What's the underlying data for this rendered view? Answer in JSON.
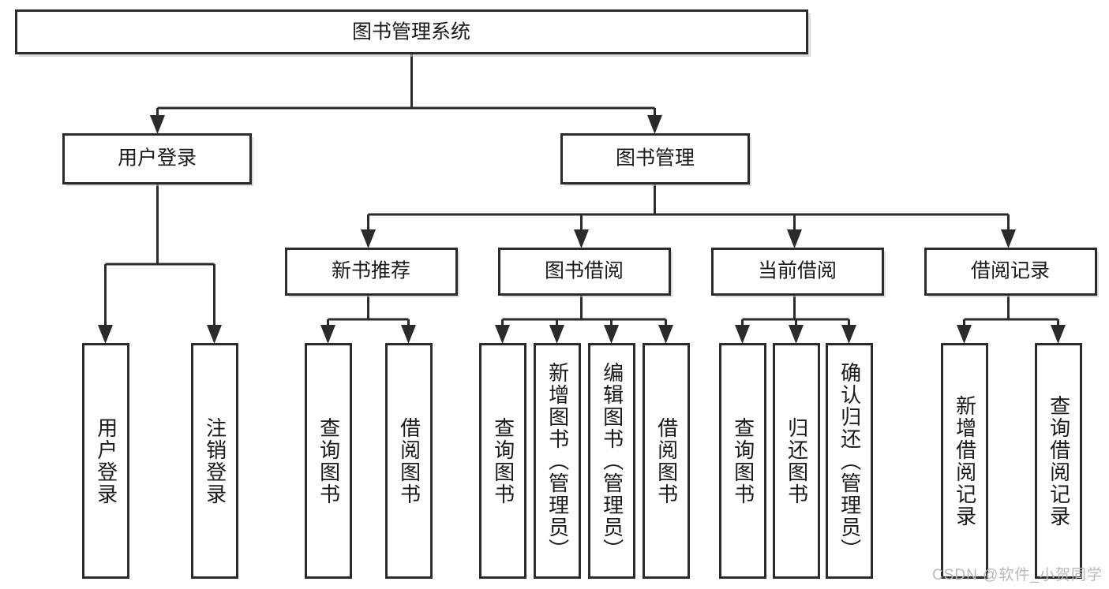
{
  "diagram": {
    "title": "图书管理系统",
    "type": "tree",
    "root": {
      "label": "图书管理系统"
    },
    "level2": [
      {
        "label": "用户登录"
      },
      {
        "label": "图书管理"
      }
    ],
    "level3": [
      {
        "label": "新书推荐"
      },
      {
        "label": "图书借阅"
      },
      {
        "label": "当前借阅"
      },
      {
        "label": "借阅记录"
      }
    ],
    "leaves": [
      {
        "label": "用户登录",
        "parent": "用户登录"
      },
      {
        "label": "注销登录",
        "parent": "用户登录"
      },
      {
        "label": "查询图书",
        "parent": "新书推荐"
      },
      {
        "label": "借阅图书",
        "parent": "新书推荐"
      },
      {
        "label": "查询图书",
        "parent": "图书借阅"
      },
      {
        "label": "新增图书（管理员）",
        "parent": "图书借阅"
      },
      {
        "label": "编辑图书（管理员）",
        "parent": "图书借阅"
      },
      {
        "label": "借阅图书",
        "parent": "图书借阅"
      },
      {
        "label": "查询图书",
        "parent": "当前借阅"
      },
      {
        "label": "归还图书",
        "parent": "当前借阅"
      },
      {
        "label": "确认归还（管理员）",
        "parent": "当前借阅"
      },
      {
        "label": "新增借阅记录",
        "parent": "借阅记录"
      },
      {
        "label": "查询借阅记录",
        "parent": "借阅记录"
      }
    ]
  },
  "watermark": {
    "text": "CSDN @软件_小贺同学"
  },
  "colors": {
    "box_stroke": "#2b2b2b",
    "box_fill": "#ffffff",
    "text": "#1a1a1a",
    "watermark": "#b9b9b9",
    "background": "#ffffff"
  }
}
